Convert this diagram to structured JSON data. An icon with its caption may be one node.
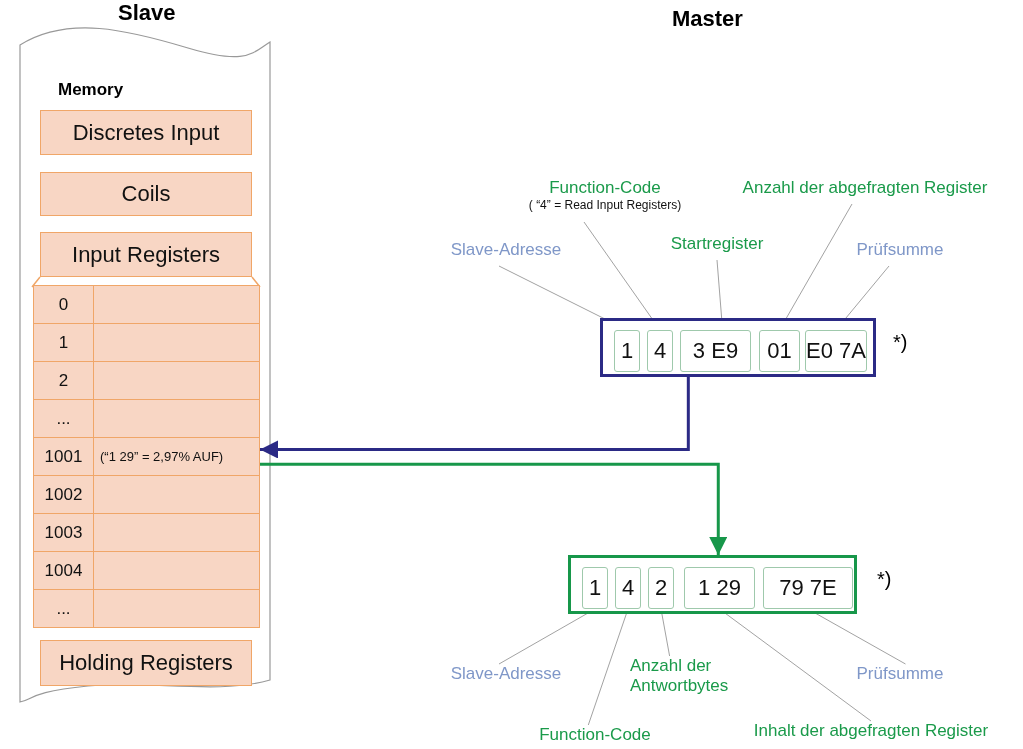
{
  "diagram": {
    "nodes": [
      {
        "text": [
          "Slave",
          "Memory"
        ]
      },
      {
        "text": [
          "Discretes Input"
        ],
        "in": 0
      },
      {
        "text": [
          "Coils"
        ],
        "in": 0
      },
      {
        "text": [
          "Input Registers"
        ],
        "in": 0
      },
      {
        "text": [
          "0"
        ],
        "in": 0
      },
      {
        "text": [
          "1"
        ],
        "in": 0
      },
      {
        "text": [
          "2"
        ],
        "in": 0
      },
      {
        "text": [
          "..."
        ],
        "in": 0
      },
      {
        "text": [
          "1001",
          "(“1 29” = 2,97% AUF)"
        ],
        "in": 0
      },
      {
        "text": [
          "1002"
        ],
        "in": 0
      },
      {
        "text": [
          "1003"
        ],
        "in": 0
      },
      {
        "text": [
          "1004"
        ],
        "in": 0
      },
      {
        "text": [
          "..."
        ],
        "in": 0
      },
      {
        "text": [
          "Holding Registers"
        ],
        "in": 0
      },
      {
        "text": [],
        "shape": "box",
        "beside": [
          "*)"
        ]
      },
      {
        "text": [
          "1"
        ],
        "in": 14
      },
      {
        "text": [
          "4"
        ],
        "in": 14
      },
      {
        "text": [
          "3 E9"
        ],
        "in": 14
      },
      {
        "text": [
          "01"
        ],
        "in": 14
      },
      {
        "text": [
          "E0 7A"
        ],
        "in": 14
      },
      {
        "text": [],
        "shape": "box",
        "beside": [
          "*)"
        ]
      },
      {
        "text": [
          "1"
        ],
        "in": 20
      },
      {
        "text": [
          "4"
        ],
        "in": 20
      },
      {
        "text": [
          "2"
        ],
        "in": 20
      },
      {
        "text": [
          "1 29"
        ],
        "in": 20
      },
      {
        "text": [
          "79 7E"
        ],
        "in": 20
      },
      {
        "text": [
          "Slave-Adresse"
        ]
      },
      {
        "text": [
          "Function-Code",
          "( “4” = Read Input Registers)"
        ]
      },
      {
        "text": [
          "Startregister"
        ]
      },
      {
        "text": [
          "Anzahl der abgefragten Register"
        ]
      },
      {
        "text": [
          "Prüfsumme"
        ]
      },
      {
        "text": [
          "Slave-Adresse"
        ]
      },
      {
        "text": [
          "Function-Code"
        ]
      },
      {
        "text": [
          "Anzahl der Antwortbytes"
        ]
      },
      {
        "text": [
          "Inhalt der abgefragten Register"
        ]
      },
      {
        "text": [
          "Prüfsumme"
        ]
      }
    ],
    "edges": [
      {
        "from": 14,
        "to": 8,
        "arrow": "to",
        "style": "thick",
        "color": "#2b2a85"
      },
      {
        "from": 8,
        "to": 20,
        "arrow": "to",
        "style": "thick",
        "color": "#17974a"
      },
      {
        "from": 26,
        "to": 15,
        "arrow": "none"
      },
      {
        "from": 27,
        "to": 16,
        "arrow": "none"
      },
      {
        "from": 28,
        "to": 17,
        "arrow": "none"
      },
      {
        "from": 29,
        "to": 18,
        "arrow": "none"
      },
      {
        "from": 30,
        "to": 19,
        "arrow": "none"
      },
      {
        "from": 31,
        "to": 21,
        "arrow": "none"
      },
      {
        "from": 32,
        "to": 22,
        "arrow": "none"
      },
      {
        "from": 33,
        "to": 23,
        "arrow": "none"
      },
      {
        "from": 34,
        "to": 24,
        "arrow": "none"
      },
      {
        "from": 35,
        "to": 25,
        "arrow": "none"
      }
    ],
    "labels": [
      "Master"
    ]
  }
}
